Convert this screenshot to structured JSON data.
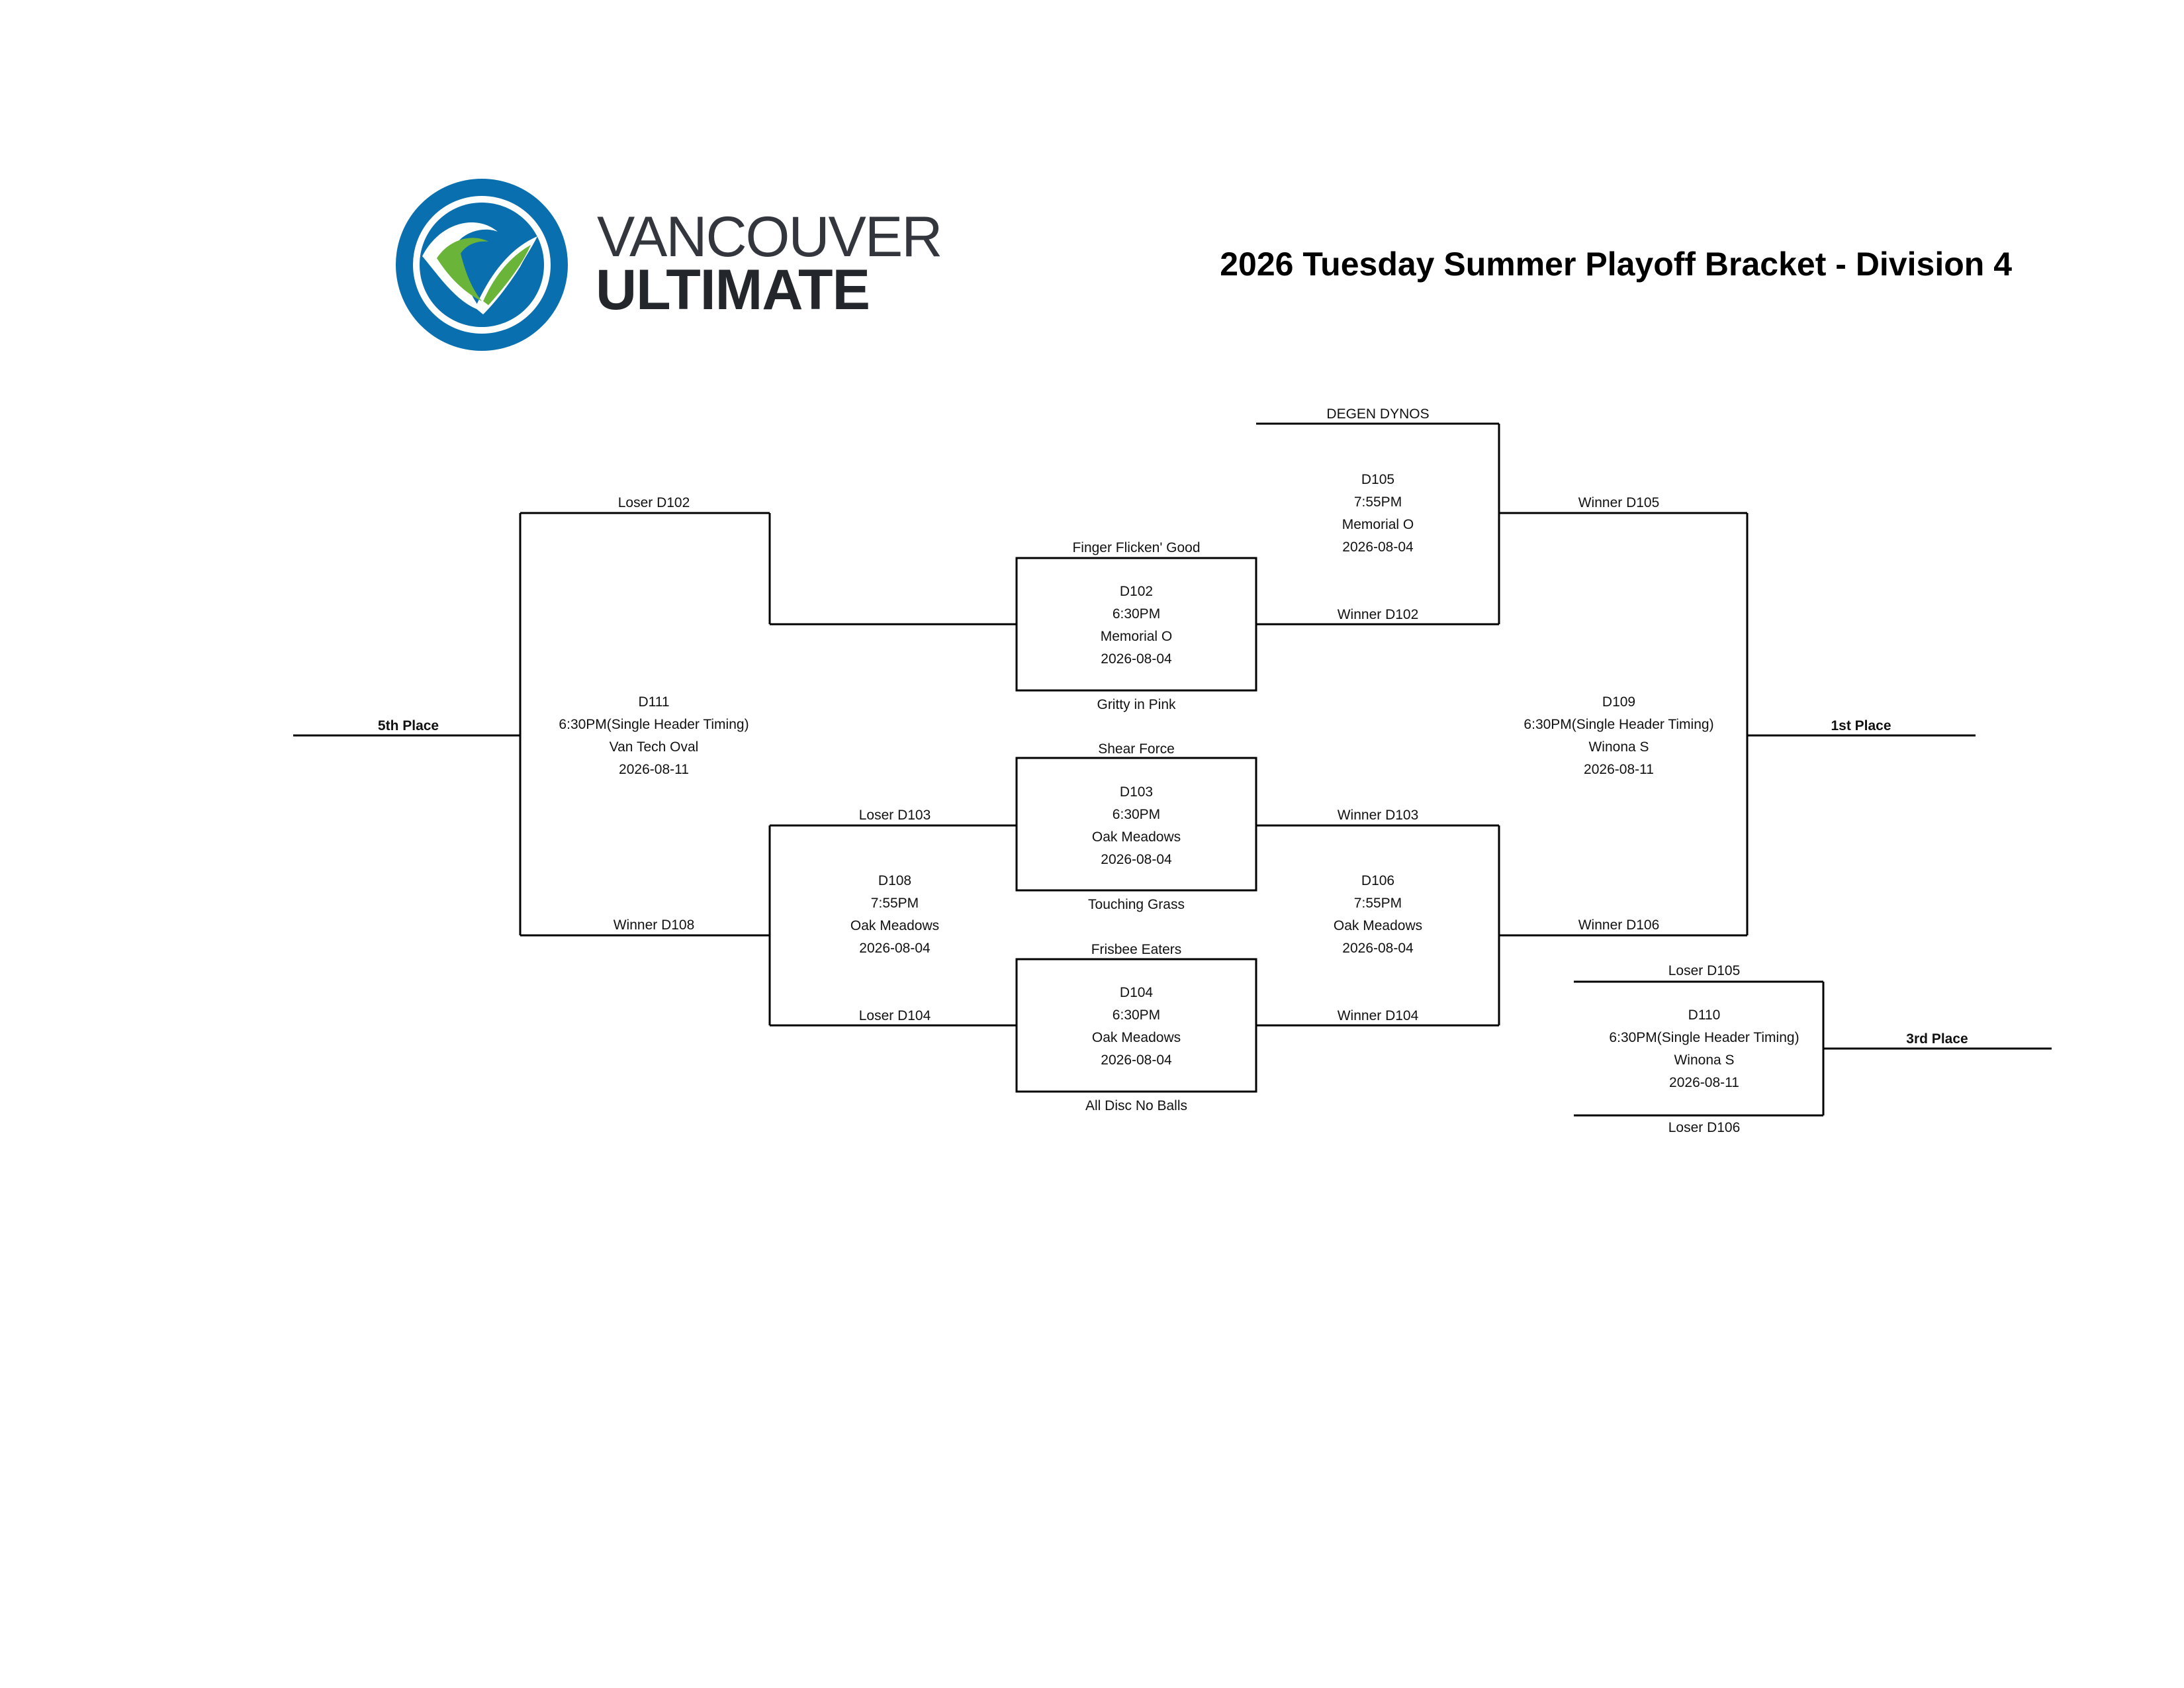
{
  "header": {
    "title": "2026 Tuesday Summer Playoff Bracket - Division 4",
    "logo": {
      "line1": "VANCOUVER",
      "line2": "ULTIMATE"
    }
  },
  "colors": {
    "logo_blue": "#0a6fae",
    "logo_green": "#6bb43a",
    "logo_text": "#2a2e33",
    "line": "#000000"
  },
  "teams": {
    "degen_dynos": "DEGEN DYNOS",
    "finger_flicken": "Finger Flicken' Good",
    "gritty_in_pink": "Gritty in Pink",
    "shear_force": "Shear Force",
    "touching_grass": "Touching Grass",
    "frisbee_eaters": "Frisbee Eaters",
    "all_disc": "All Disc No Balls"
  },
  "slots": {
    "loser_d102": "Loser D102",
    "winner_d108": "Winner D108",
    "loser_d103": "Loser D103",
    "loser_d104": "Loser D104",
    "winner_d102": "Winner D102",
    "winner_d103": "Winner D103",
    "winner_d104": "Winner D104",
    "winner_d105": "Winner D105",
    "winner_d106": "Winner D106",
    "loser_d105": "Loser D105",
    "loser_d106": "Loser D106"
  },
  "places": {
    "fifth": "5th Place",
    "first": "1st Place",
    "third": "3rd Place"
  },
  "games": {
    "d102": {
      "id": "D102",
      "time": "6:30PM",
      "field": "Memorial O",
      "date": "2026-08-04"
    },
    "d103": {
      "id": "D103",
      "time": "6:30PM",
      "field": "Oak Meadows",
      "date": "2026-08-04"
    },
    "d104": {
      "id": "D104",
      "time": "6:30PM",
      "field": "Oak Meadows",
      "date": "2026-08-04"
    },
    "d105": {
      "id": "D105",
      "time": "7:55PM",
      "field": "Memorial O",
      "date": "2026-08-04"
    },
    "d106": {
      "id": "D106",
      "time": "7:55PM",
      "field": "Oak Meadows",
      "date": "2026-08-04"
    },
    "d108": {
      "id": "D108",
      "time": "7:55PM",
      "field": "Oak Meadows",
      "date": "2026-08-04"
    },
    "d109": {
      "id": "D109",
      "time": "6:30PM(Single Header Timing)",
      "field": "Winona S",
      "date": "2026-08-11"
    },
    "d110": {
      "id": "D110",
      "time": "6:30PM(Single Header Timing)",
      "field": "Winona S",
      "date": "2026-08-11"
    },
    "d111": {
      "id": "D111",
      "time": "6:30PM(Single Header Timing)",
      "field": "Van Tech Oval",
      "date": "2026-08-11"
    }
  }
}
